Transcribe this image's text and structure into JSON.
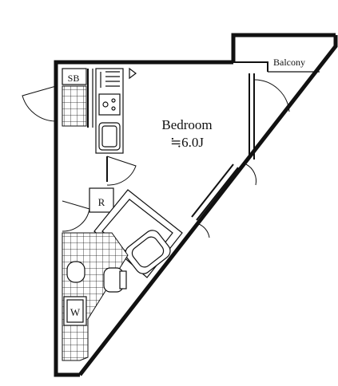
{
  "rooms": {
    "bedroom_name": "Bedroom",
    "bedroom_size": "≒6.0J",
    "balcony": "Balcony",
    "shoe_box": "SB",
    "refrigerator": "R",
    "washer": "W"
  },
  "colors": {
    "line": "#111111",
    "background": "#ffffff"
  }
}
